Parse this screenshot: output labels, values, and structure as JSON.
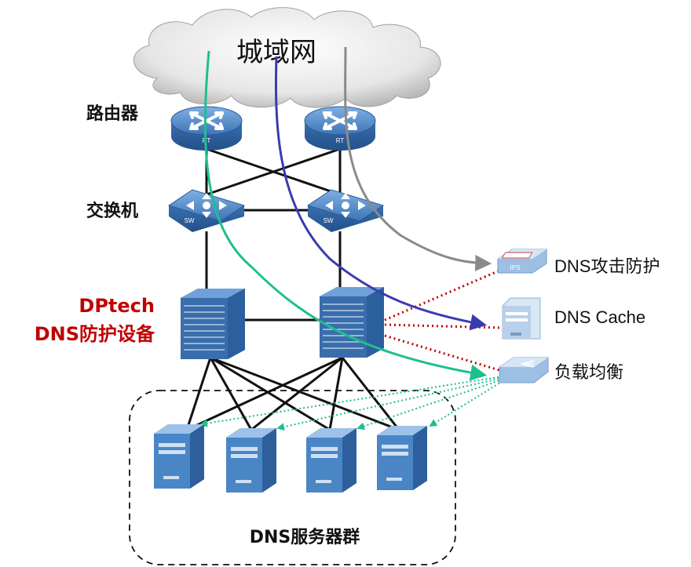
{
  "cloud": {
    "label": "城域网"
  },
  "layers": {
    "router": "路由器",
    "switch": "交换机",
    "dptech_line1": "DPtech",
    "dptech_line2": "DNS防护设备"
  },
  "device_tags": {
    "router": "RT",
    "switch": "SW"
  },
  "side_devices": [
    {
      "label": "DNS攻击防护"
    },
    {
      "label": "DNS Cache"
    },
    {
      "label": "负载均衡"
    }
  ],
  "server_group": {
    "label": "DNS服务器群"
  },
  "colors": {
    "device_blue": "#3f78b8",
    "device_light": "#8ab4e0",
    "path_teal": "#1ebf8f",
    "path_navy": "#3b3bb0",
    "path_gray": "#8a8a8a",
    "link_red": "#c00000",
    "label_red": "#c00000"
  }
}
